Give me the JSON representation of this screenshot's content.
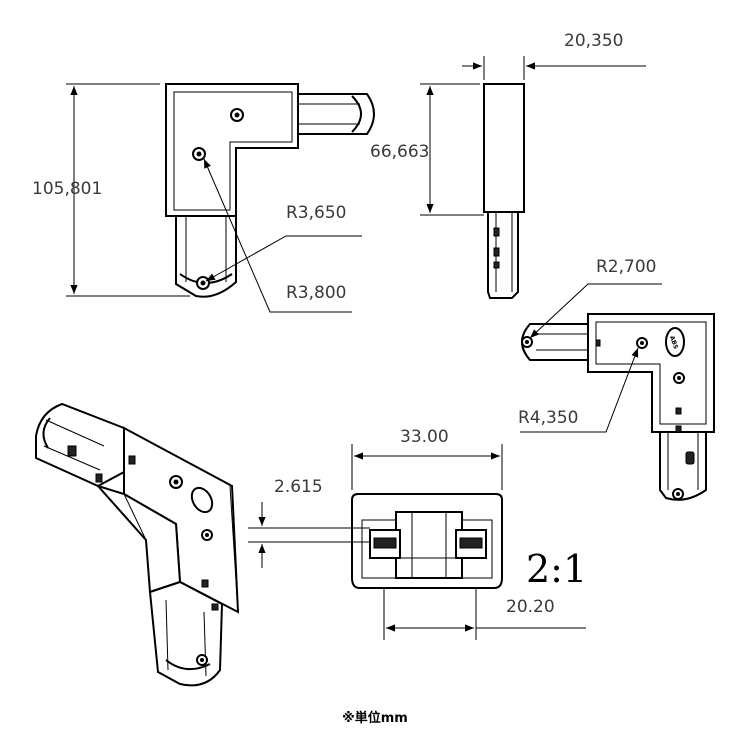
{
  "dimensions": {
    "width_top": "20,350",
    "height_main": "105,801",
    "height_side": "66,663",
    "r_3650": "R3,650",
    "r_3800": "R3,800",
    "r_2700": "R2,700",
    "r_4350": "R4,350",
    "width_front": "33.00",
    "gap": "2.615",
    "inner_width": "20.20"
  },
  "badge": "ABS",
  "scale": "2:1",
  "unit_note": "※単位mm"
}
